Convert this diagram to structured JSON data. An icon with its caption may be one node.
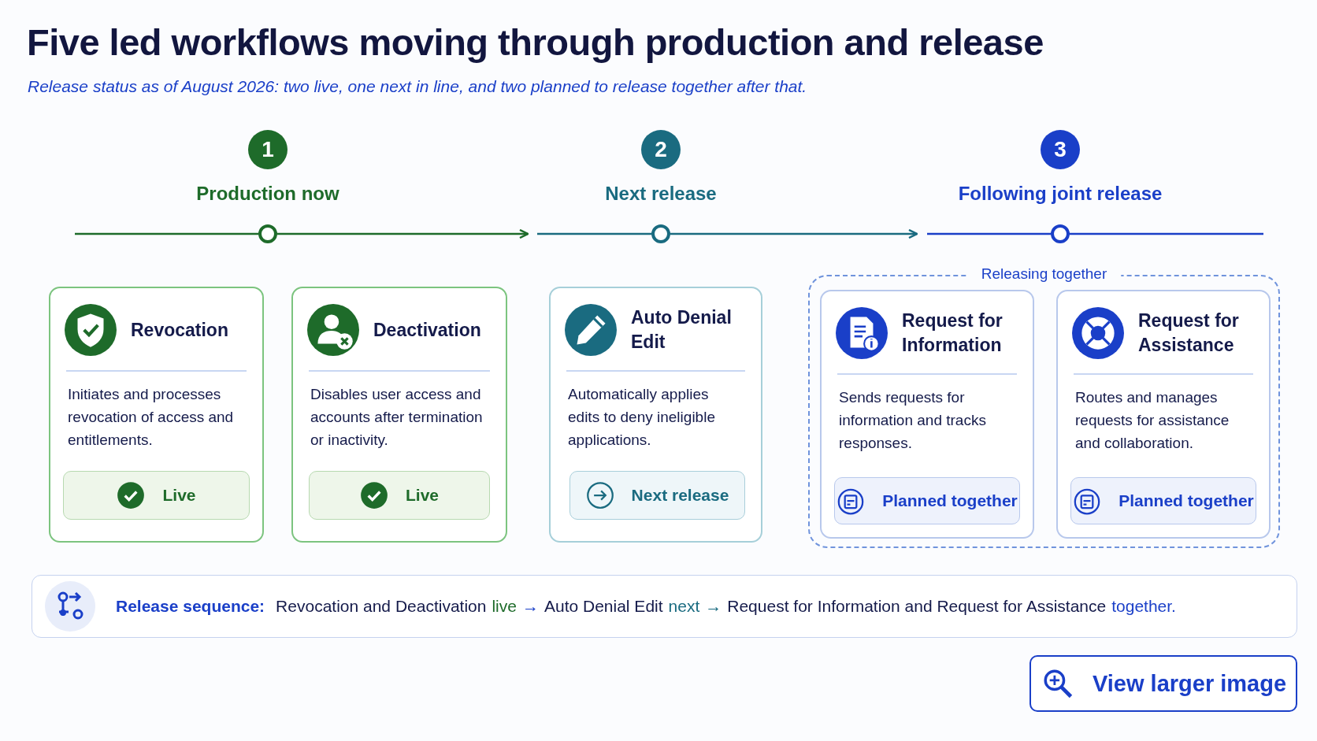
{
  "diagram": {
    "title": "Five led workflows moving through production and release",
    "nodes": [
      {
        "text": [
          "1"
        ],
        "beside": [
          "Production now"
        ]
      },
      {
        "text": [
          "2"
        ],
        "beside": [
          "Next release"
        ]
      },
      {
        "text": [
          "3"
        ],
        "beside": [
          "Following joint release"
        ]
      },
      {
        "text": [],
        "shape": "circle"
      },
      {
        "text": [],
        "shape": "circle"
      },
      {
        "text": [],
        "shape": "circle"
      },
      {
        "text": [
          "Revocation",
          "Initiates and processes revocation of access and entitlements."
        ]
      },
      {
        "text": [
          "Live"
        ],
        "in": 6
      },
      {
        "text": [
          "Deactivation",
          "Disables user access and accounts after termination or inactivity."
        ]
      },
      {
        "text": [
          "Live"
        ],
        "in": 8
      },
      {
        "text": [
          "Auto Denial Edit",
          "Automatically applies edits to deny ineligible applications."
        ]
      },
      {
        "text": [
          "Next release"
        ],
        "in": 10
      },
      {
        "text": [
          "Releasing together"
        ]
      },
      {
        "text": [
          "Request for Information",
          "Sends requests for information and tracks responses."
        ],
        "in": 12
      },
      {
        "text": [
          "Planned together"
        ],
        "in": 13
      },
      {
        "text": [
          "Request for Assistance",
          "Routes and manages requests for assistance and collaboration."
        ],
        "in": 12
      },
      {
        "text": [
          "Planned together"
        ],
        "in": 15
      },
      {
        "text": [
          "Release sequence:",
          "Revocation and Deactivation",
          "live",
          "→",
          "Auto Denial Edit",
          "next",
          "→",
          "Request for Information and Request for Assistance",
          "together."
        ]
      }
    ],
    "edges": [
      {
        "from": null,
        "to": 3,
        "arrow": "none",
        "color": "#1e6b2a"
      },
      {
        "from": 3,
        "to": null,
        "arrow": "to",
        "color": "#1e6b2a"
      },
      {
        "from": null,
        "to": 4,
        "arrow": "none",
        "color": "#1a6b80"
      },
      {
        "from": 4,
        "to": null,
        "arrow": "to",
        "color": "#1a6b80"
      },
      {
        "from": null,
        "to": 5,
        "arrow": "none",
        "color": "#1a3fc8"
      },
      {
        "from": 5,
        "to": null,
        "arrow": "none",
        "color": "#1a3fc8"
      }
    ],
    "labels": [
      "Release status as of August 2026: two live, one next in line, and two planned to release together after that.",
      "View larger image"
    ]
  }
}
